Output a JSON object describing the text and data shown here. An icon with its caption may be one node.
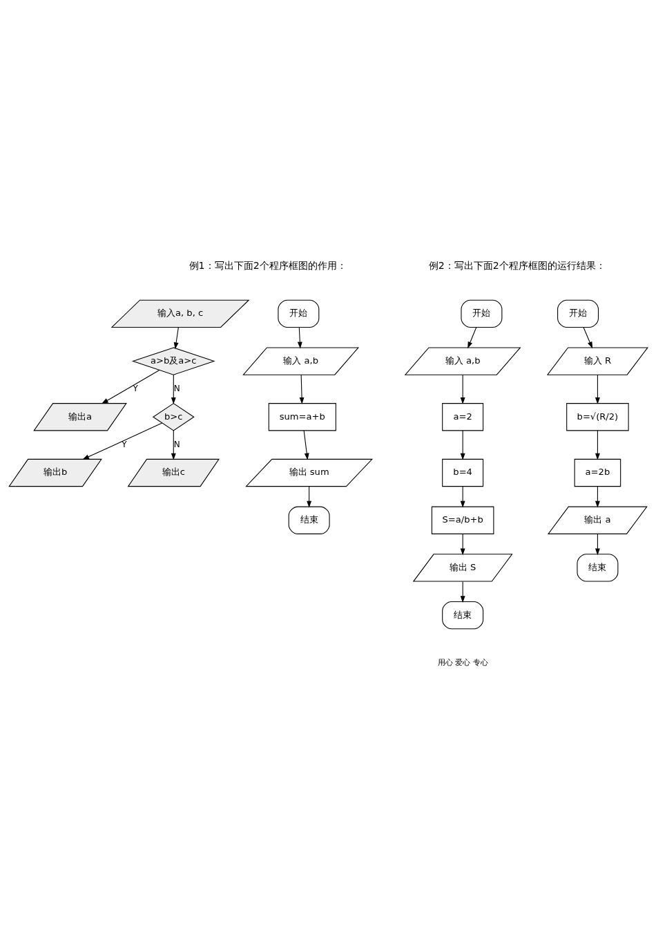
{
  "diagram": {
    "nodes": [
      {
        "text": [
          "输入a, b, c"
        ]
      },
      {
        "text": [
          "a>b及a>c"
        ]
      },
      {
        "text": [
          "输出a"
        ]
      },
      {
        "text": [
          "b>c"
        ]
      },
      {
        "text": [
          "输出b"
        ]
      },
      {
        "text": [
          "输出c"
        ]
      },
      {
        "text": [
          "开始"
        ]
      },
      {
        "text": [
          "输入 a,b"
        ]
      },
      {
        "text": [
          "sum=a+b"
        ]
      },
      {
        "text": [
          "输出 sum"
        ]
      },
      {
        "text": [
          "结束"
        ]
      },
      {
        "text": [
          "开始"
        ]
      },
      {
        "text": [
          "输入 a,b"
        ]
      },
      {
        "text": [
          "a=2"
        ]
      },
      {
        "text": [
          "b=4"
        ]
      },
      {
        "text": [
          "S=a/b+b"
        ]
      },
      {
        "text": [
          "输出 S"
        ]
      },
      {
        "text": [
          "结束"
        ]
      },
      {
        "text": [
          "开始"
        ]
      },
      {
        "text": [
          "输入 R"
        ]
      },
      {
        "text": [
          "b=√(R/2)"
        ]
      },
      {
        "text": [
          "a=2b"
        ]
      },
      {
        "text": [
          "输出 a"
        ]
      },
      {
        "text": [
          "结束"
        ]
      }
    ],
    "edges": [
      {
        "from": 0,
        "to": 1,
        "arrow": "to"
      },
      {
        "from": 1,
        "to": 2,
        "arrow": "to",
        "label": "Y"
      },
      {
        "from": 1,
        "to": 3,
        "arrow": "to",
        "label": "N"
      },
      {
        "from": 3,
        "to": 4,
        "arrow": "to",
        "label": "Y"
      },
      {
        "from": 3,
        "to": 5,
        "arrow": "to",
        "label": "N"
      },
      {
        "from": 6,
        "to": 7,
        "arrow": "to"
      },
      {
        "from": 7,
        "to": 8,
        "arrow": "to"
      },
      {
        "from": 8,
        "to": 9,
        "arrow": "to"
      },
      {
        "from": 9,
        "to": 10,
        "arrow": "to"
      },
      {
        "from": 11,
        "to": 12,
        "arrow": "to"
      },
      {
        "from": 12,
        "to": 13,
        "arrow": "to"
      },
      {
        "from": 13,
        "to": 14,
        "arrow": "to"
      },
      {
        "from": 14,
        "to": 15,
        "arrow": "to"
      },
      {
        "from": 15,
        "to": 16,
        "arrow": "to"
      },
      {
        "from": 16,
        "to": 17,
        "arrow": "to"
      },
      {
        "from": 18,
        "to": 19,
        "arrow": "to"
      },
      {
        "from": 19,
        "to": 20,
        "arrow": "to"
      },
      {
        "from": 20,
        "to": 21,
        "arrow": "to"
      },
      {
        "from": 21,
        "to": 22,
        "arrow": "to"
      },
      {
        "from": 22,
        "to": 23,
        "arrow": "to"
      }
    ],
    "labels": [
      "例1：写出下面2个程序框图的作用：",
      "例2：写出下面2个程序框图的运行结果：",
      "用心 爱心 专心"
    ]
  }
}
